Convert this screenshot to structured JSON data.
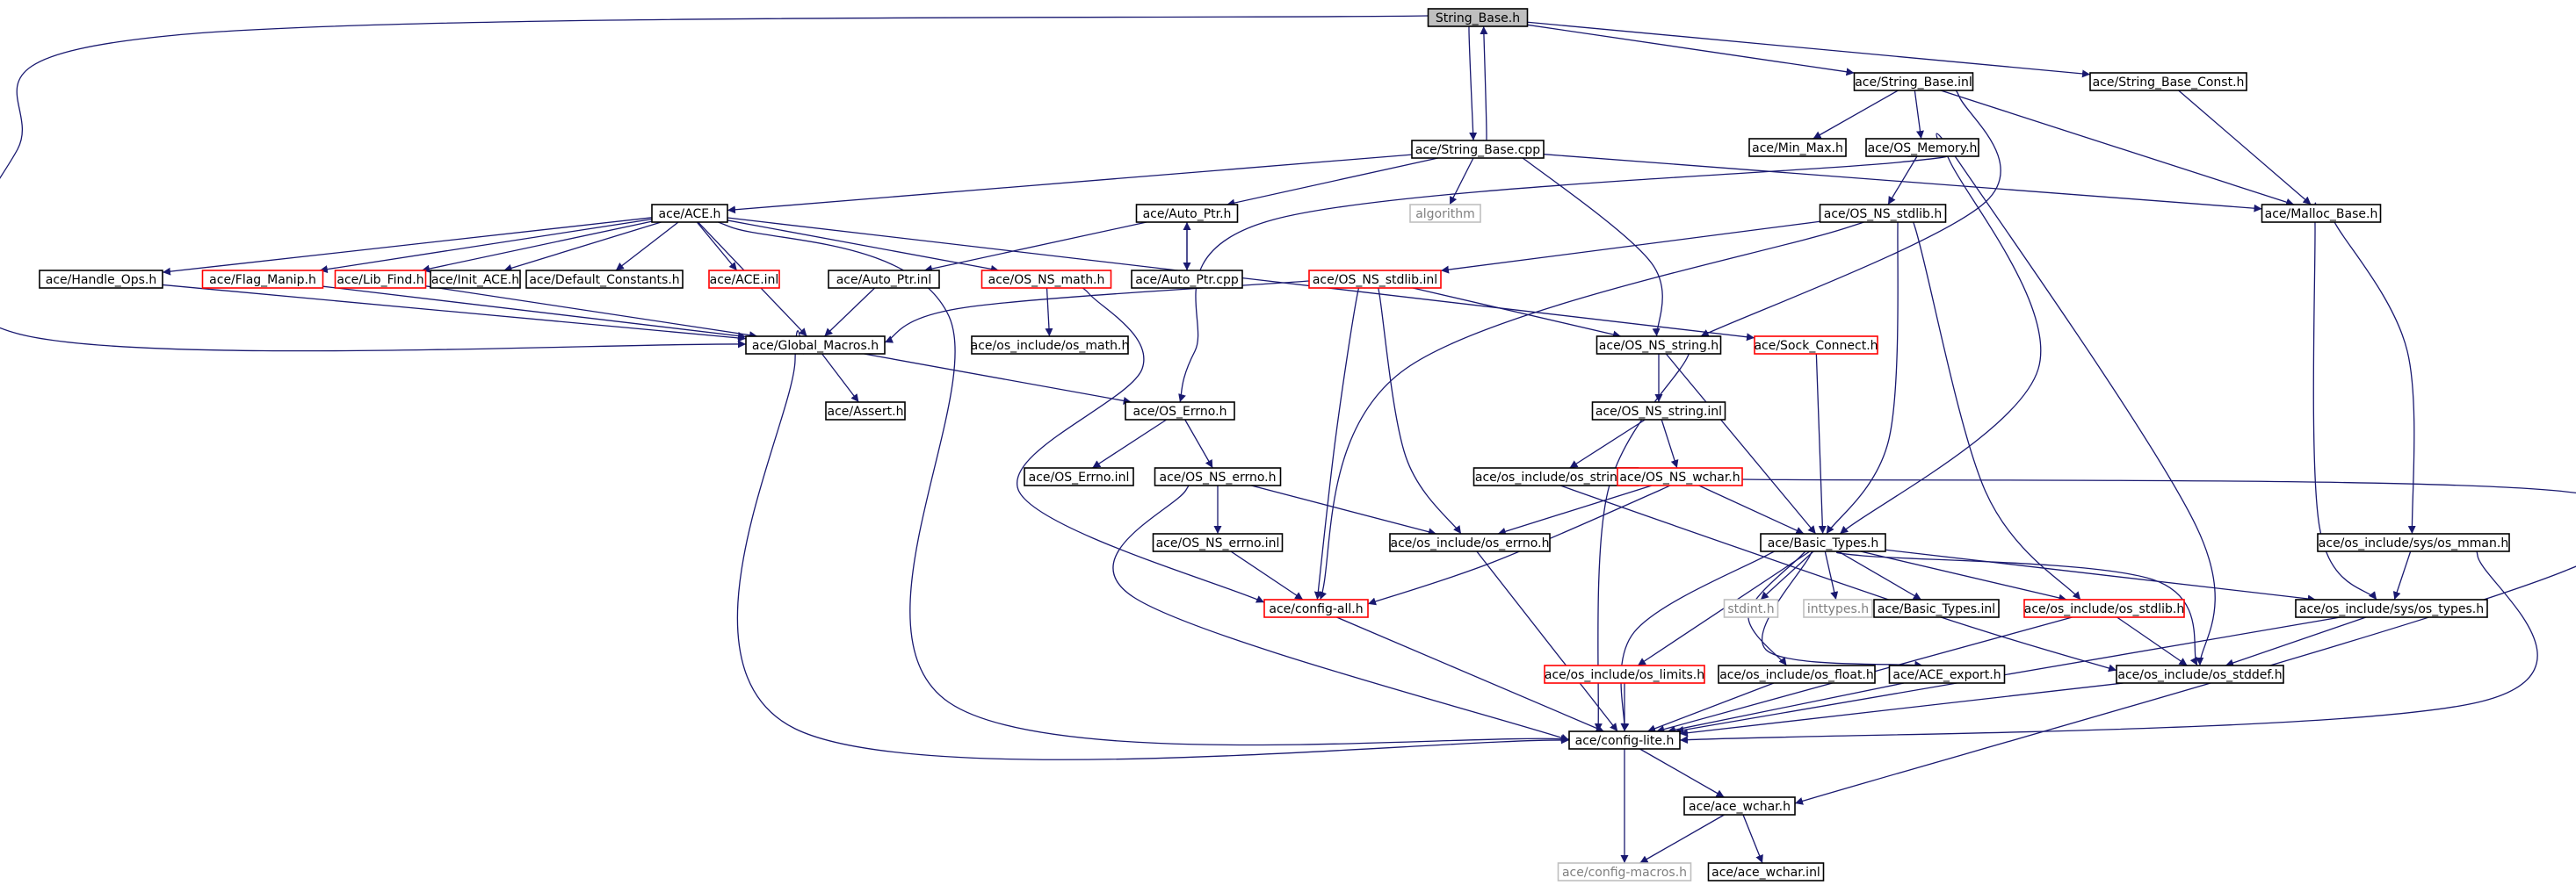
{
  "diagram": {
    "colors": {
      "edge": "#191970",
      "node_border": "#000000",
      "node_border_truncated": "#ff0000",
      "node_border_external": "#bfbfbf",
      "root_fill": "#bfbfbf",
      "external_text": "#7f7f7f",
      "text": "#000000"
    },
    "nodes": [
      {
        "id": "n_string_base_h",
        "label": "String_Base.h",
        "style": "root"
      },
      {
        "id": "n_string_base_inl",
        "label": "ace/String_Base.inl",
        "style": "normal"
      },
      {
        "id": "n_string_base_const",
        "label": "ace/String_Base_Const.h",
        "style": "normal"
      },
      {
        "id": "n_string_base_cpp",
        "label": "ace/String_Base.cpp",
        "style": "normal"
      },
      {
        "id": "n_min_max",
        "label": "ace/Min_Max.h",
        "style": "normal"
      },
      {
        "id": "n_os_memory",
        "label": "ace/OS_Memory.h",
        "style": "normal"
      },
      {
        "id": "n_algorithm",
        "label": "algorithm",
        "style": "external"
      },
      {
        "id": "n_ace_h",
        "label": "ace/ACE.h",
        "style": "normal"
      },
      {
        "id": "n_auto_ptr_h",
        "label": "ace/Auto_Ptr.h",
        "style": "normal"
      },
      {
        "id": "n_os_ns_stdlib_h",
        "label": "ace/OS_NS_stdlib.h",
        "style": "normal"
      },
      {
        "id": "n_malloc_base",
        "label": "ace/Malloc_Base.h",
        "style": "normal"
      },
      {
        "id": "n_handle_ops",
        "label": "ace/Handle_Ops.h",
        "style": "normal"
      },
      {
        "id": "n_flag_manip",
        "label": "ace/Flag_Manip.h",
        "style": "truncated"
      },
      {
        "id": "n_lib_find",
        "label": "ace/Lib_Find.h",
        "style": "truncated"
      },
      {
        "id": "n_init_ace",
        "label": "ace/Init_ACE.h",
        "style": "normal"
      },
      {
        "id": "n_default_constants",
        "label": "ace/Default_Constants.h",
        "style": "normal"
      },
      {
        "id": "n_ace_inl",
        "label": "ace/ACE.inl",
        "style": "truncated"
      },
      {
        "id": "n_auto_ptr_inl",
        "label": "ace/Auto_Ptr.inl",
        "style": "normal"
      },
      {
        "id": "n_os_ns_math",
        "label": "ace/OS_NS_math.h",
        "style": "truncated"
      },
      {
        "id": "n_auto_ptr_cpp",
        "label": "ace/Auto_Ptr.cpp",
        "style": "normal"
      },
      {
        "id": "n_os_ns_stdlib_inl",
        "label": "ace/OS_NS_stdlib.inl",
        "style": "truncated"
      },
      {
        "id": "n_global_macros",
        "label": "ace/Global_Macros.h",
        "style": "normal"
      },
      {
        "id": "n_os_include_os_math",
        "label": "ace/os_include/os_math.h",
        "style": "normal"
      },
      {
        "id": "n_os_ns_string_h",
        "label": "ace/OS_NS_string.h",
        "style": "normal"
      },
      {
        "id": "n_sock_connect",
        "label": "ace/Sock_Connect.h",
        "style": "truncated"
      },
      {
        "id": "n_assert",
        "label": "ace/Assert.h",
        "style": "normal"
      },
      {
        "id": "n_os_errno_h",
        "label": "ace/OS_Errno.h",
        "style": "normal"
      },
      {
        "id": "n_os_ns_string_inl",
        "label": "ace/OS_NS_string.inl",
        "style": "normal"
      },
      {
        "id": "n_os_errno_inl",
        "label": "ace/OS_Errno.inl",
        "style": "normal"
      },
      {
        "id": "n_os_ns_errno_h",
        "label": "ace/OS_NS_errno.h",
        "style": "normal"
      },
      {
        "id": "n_os_include_os_string",
        "label": "ace/os_include/os_string.h",
        "style": "normal"
      },
      {
        "id": "n_os_ns_wchar",
        "label": "ace/OS_NS_wchar.h",
        "style": "truncated"
      },
      {
        "id": "n_os_ns_errno_inl",
        "label": "ace/OS_NS_errno.inl",
        "style": "normal"
      },
      {
        "id": "n_os_include_os_errno",
        "label": "ace/os_include/os_errno.h",
        "style": "normal"
      },
      {
        "id": "n_basic_types_h",
        "label": "ace/Basic_Types.h",
        "style": "normal"
      },
      {
        "id": "n_os_include_sys_os_mman",
        "label": "ace/os_include/sys/os_mman.h",
        "style": "normal"
      },
      {
        "id": "n_config_all",
        "label": "ace/config-all.h",
        "style": "truncated"
      },
      {
        "id": "n_stdint",
        "label": "stdint.h",
        "style": "external"
      },
      {
        "id": "n_inttypes",
        "label": "inttypes.h",
        "style": "external"
      },
      {
        "id": "n_basic_types_inl",
        "label": "ace/Basic_Types.inl",
        "style": "normal"
      },
      {
        "id": "n_os_include_os_stdlib",
        "label": "ace/os_include/os_stdlib.h",
        "style": "truncated"
      },
      {
        "id": "n_os_include_sys_os_types",
        "label": "ace/os_include/sys/os_types.h",
        "style": "normal"
      },
      {
        "id": "n_os_include_os_limits",
        "label": "ace/os_include/os_limits.h",
        "style": "truncated"
      },
      {
        "id": "n_os_include_os_float",
        "label": "ace/os_include/os_float.h",
        "style": "normal"
      },
      {
        "id": "n_ace_export",
        "label": "ace/ACE_export.h",
        "style": "normal"
      },
      {
        "id": "n_os_include_os_stddef",
        "label": "ace/os_include/os_stddef.h",
        "style": "normal"
      },
      {
        "id": "n_config_lite",
        "label": "ace/config-lite.h",
        "style": "normal"
      },
      {
        "id": "n_ace_wchar_h",
        "label": "ace/ace_wchar.h",
        "style": "normal"
      },
      {
        "id": "n_config_macros",
        "label": "ace/config-macros.h",
        "style": "external"
      },
      {
        "id": "n_ace_wchar_inl",
        "label": "ace/ace_wchar.inl",
        "style": "normal"
      }
    ],
    "edges": [
      [
        "n_string_base_h",
        "n_string_base_inl"
      ],
      [
        "n_string_base_h",
        "n_string_base_const"
      ],
      [
        "n_string_base_h",
        "n_string_base_cpp"
      ],
      [
        "n_string_base_h",
        "n_global_macros"
      ],
      [
        "n_string_base_inl",
        "n_min_max"
      ],
      [
        "n_string_base_inl",
        "n_os_memory"
      ],
      [
        "n_string_base_inl",
        "n_malloc_base"
      ],
      [
        "n_string_base_inl",
        "n_os_ns_string_h"
      ],
      [
        "n_string_base_const",
        "n_malloc_base"
      ],
      [
        "n_string_base_cpp",
        "n_string_base_h"
      ],
      [
        "n_string_base_cpp",
        "n_algorithm"
      ],
      [
        "n_string_base_cpp",
        "n_ace_h"
      ],
      [
        "n_string_base_cpp",
        "n_auto_ptr_h"
      ],
      [
        "n_string_base_cpp",
        "n_malloc_base"
      ],
      [
        "n_string_base_cpp",
        "n_os_ns_string_h"
      ],
      [
        "n_os_memory",
        "n_os_ns_stdlib_h"
      ],
      [
        "n_os_memory",
        "n_os_errno_h"
      ],
      [
        "n_os_memory",
        "n_basic_types_h"
      ],
      [
        "n_os_memory",
        "n_os_include_os_stddef"
      ],
      [
        "n_ace_h",
        "n_handle_ops"
      ],
      [
        "n_ace_h",
        "n_flag_manip"
      ],
      [
        "n_ace_h",
        "n_lib_find"
      ],
      [
        "n_ace_h",
        "n_init_ace"
      ],
      [
        "n_ace_h",
        "n_default_constants"
      ],
      [
        "n_ace_h",
        "n_ace_inl"
      ],
      [
        "n_ace_h",
        "n_os_ns_math"
      ],
      [
        "n_ace_h",
        "n_sock_connect"
      ],
      [
        "n_ace_h",
        "n_global_macros"
      ],
      [
        "n_ace_h",
        "n_config_lite"
      ],
      [
        "n_auto_ptr_h",
        "n_auto_ptr_inl"
      ],
      [
        "n_auto_ptr_h",
        "n_auto_ptr_cpp"
      ],
      [
        "n_auto_ptr_cpp",
        "n_auto_ptr_h"
      ],
      [
        "n_auto_ptr_inl",
        "n_global_macros"
      ],
      [
        "n_os_ns_stdlib_h",
        "n_os_ns_stdlib_inl"
      ],
      [
        "n_os_ns_stdlib_h",
        "n_basic_types_h"
      ],
      [
        "n_os_ns_stdlib_h",
        "n_config_all"
      ],
      [
        "n_os_ns_stdlib_h",
        "n_os_include_os_stdlib"
      ],
      [
        "n_malloc_base",
        "n_os_include_sys_os_mman"
      ],
      [
        "n_malloc_base",
        "n_os_include_sys_os_types"
      ],
      [
        "n_handle_ops",
        "n_global_macros"
      ],
      [
        "n_flag_manip",
        "n_global_macros"
      ],
      [
        "n_lib_find",
        "n_global_macros"
      ],
      [
        "n_os_ns_math",
        "n_os_include_os_math"
      ],
      [
        "n_os_ns_math",
        "n_config_all"
      ],
      [
        "n_os_ns_stdlib_inl",
        "n_global_macros"
      ],
      [
        "n_os_ns_stdlib_inl",
        "n_os_ns_string_h"
      ],
      [
        "n_os_ns_stdlib_inl",
        "n_config_all"
      ],
      [
        "n_os_ns_stdlib_inl",
        "n_os_include_os_errno"
      ],
      [
        "n_global_macros",
        "n_assert"
      ],
      [
        "n_global_macros",
        "n_os_errno_h"
      ],
      [
        "n_global_macros",
        "n_config_lite"
      ],
      [
        "n_os_ns_string_h",
        "n_os_ns_string_inl"
      ],
      [
        "n_os_ns_string_h",
        "n_basic_types_h"
      ],
      [
        "n_os_ns_string_h",
        "n_config_lite"
      ],
      [
        "n_sock_connect",
        "n_basic_types_h"
      ],
      [
        "n_os_errno_h",
        "n_os_errno_inl"
      ],
      [
        "n_os_errno_h",
        "n_os_ns_errno_h"
      ],
      [
        "n_os_ns_string_inl",
        "n_os_include_os_string"
      ],
      [
        "n_os_ns_string_inl",
        "n_os_ns_wchar"
      ],
      [
        "n_os_ns_errno_h",
        "n_os_ns_errno_inl"
      ],
      [
        "n_os_ns_errno_h",
        "n_os_include_os_errno"
      ],
      [
        "n_os_ns_errno_h",
        "n_config_lite"
      ],
      [
        "n_os_include_os_string",
        "n_os_include_os_stddef"
      ],
      [
        "n_os_ns_wchar",
        "n_basic_types_h"
      ],
      [
        "n_os_ns_wchar",
        "n_os_include_os_errno"
      ],
      [
        "n_os_ns_wchar",
        "n_config_all"
      ],
      [
        "n_os_ns_wchar",
        "n_ace_wchar_h"
      ],
      [
        "n_os_ns_errno_inl",
        "n_config_all"
      ],
      [
        "n_os_include_os_errno",
        "n_config_lite"
      ],
      [
        "n_basic_types_h",
        "n_stdint"
      ],
      [
        "n_basic_types_h",
        "n_inttypes"
      ],
      [
        "n_basic_types_h",
        "n_basic_types_inl"
      ],
      [
        "n_basic_types_h",
        "n_os_include_os_stdlib"
      ],
      [
        "n_basic_types_h",
        "n_os_include_sys_os_types"
      ],
      [
        "n_basic_types_h",
        "n_os_include_os_limits"
      ],
      [
        "n_basic_types_h",
        "n_os_include_os_float"
      ],
      [
        "n_basic_types_h",
        "n_ace_export"
      ],
      [
        "n_basic_types_h",
        "n_os_include_os_stddef"
      ],
      [
        "n_basic_types_h",
        "n_config_lite"
      ],
      [
        "n_os_include_sys_os_mman",
        "n_os_include_sys_os_types"
      ],
      [
        "n_os_include_sys_os_mman",
        "n_config_lite"
      ],
      [
        "n_config_all",
        "n_config_lite"
      ],
      [
        "n_os_include_os_stdlib",
        "n_os_include_os_stddef"
      ],
      [
        "n_os_include_os_stdlib",
        "n_config_lite"
      ],
      [
        "n_os_include_sys_os_types",
        "n_os_include_os_stddef"
      ],
      [
        "n_os_include_sys_os_types",
        "n_config_lite"
      ],
      [
        "n_os_include_os_limits",
        "n_config_lite"
      ],
      [
        "n_os_include_os_float",
        "n_config_lite"
      ],
      [
        "n_ace_export",
        "n_config_lite"
      ],
      [
        "n_os_include_os_stddef",
        "n_config_lite"
      ],
      [
        "n_config_lite",
        "n_ace_wchar_h"
      ],
      [
        "n_config_lite",
        "n_config_macros"
      ],
      [
        "n_ace_wchar_h",
        "n_config_macros"
      ],
      [
        "n_ace_wchar_h",
        "n_ace_wchar_inl"
      ]
    ]
  }
}
